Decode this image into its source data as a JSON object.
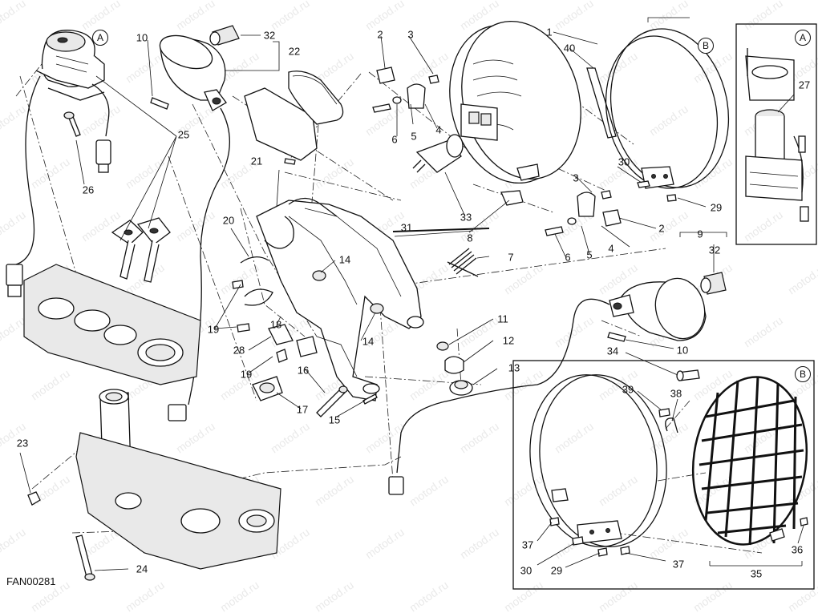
{
  "diagram_code": "FAN00281",
  "watermark_text": "motod.ru",
  "detail_tags": [
    "A",
    "B"
  ],
  "callouts": [
    {
      "id": "c1",
      "label": "1"
    },
    {
      "id": "c2a",
      "label": "2"
    },
    {
      "id": "c2b",
      "label": "2"
    },
    {
      "id": "c3a",
      "label": "3"
    },
    {
      "id": "c3b",
      "label": "3"
    },
    {
      "id": "c4a",
      "label": "4"
    },
    {
      "id": "c4b",
      "label": "4"
    },
    {
      "id": "c5a",
      "label": "5"
    },
    {
      "id": "c5b",
      "label": "5"
    },
    {
      "id": "c6a",
      "label": "6"
    },
    {
      "id": "c6b",
      "label": "6"
    },
    {
      "id": "c7",
      "label": "7"
    },
    {
      "id": "c8",
      "label": "8"
    },
    {
      "id": "c9",
      "label": "9"
    },
    {
      "id": "c10a",
      "label": "10"
    },
    {
      "id": "c10b",
      "label": "10"
    },
    {
      "id": "c11",
      "label": "11"
    },
    {
      "id": "c12",
      "label": "12"
    },
    {
      "id": "c13",
      "label": "13"
    },
    {
      "id": "c14a",
      "label": "14"
    },
    {
      "id": "c14b",
      "label": "14"
    },
    {
      "id": "c15",
      "label": "15"
    },
    {
      "id": "c16",
      "label": "16"
    },
    {
      "id": "c17",
      "label": "17"
    },
    {
      "id": "c18",
      "label": "18"
    },
    {
      "id": "c19a",
      "label": "19"
    },
    {
      "id": "c19b",
      "label": "19"
    },
    {
      "id": "c20",
      "label": "20"
    },
    {
      "id": "c21",
      "label": "21"
    },
    {
      "id": "c22",
      "label": "22"
    },
    {
      "id": "c23",
      "label": "23"
    },
    {
      "id": "c24",
      "label": "24"
    },
    {
      "id": "c25",
      "label": "25"
    },
    {
      "id": "c26",
      "label": "26"
    },
    {
      "id": "c27",
      "label": "27"
    },
    {
      "id": "c28",
      "label": "28"
    },
    {
      "id": "c29a",
      "label": "29"
    },
    {
      "id": "c29b",
      "label": "29"
    },
    {
      "id": "c30a",
      "label": "30"
    },
    {
      "id": "c30b",
      "label": "30"
    },
    {
      "id": "c31",
      "label": "31"
    },
    {
      "id": "c32a",
      "label": "32"
    },
    {
      "id": "c32b",
      "label": "32"
    },
    {
      "id": "c33",
      "label": "33"
    },
    {
      "id": "c34",
      "label": "34"
    },
    {
      "id": "c35",
      "label": "35"
    },
    {
      "id": "c36",
      "label": "36"
    },
    {
      "id": "c37a",
      "label": "37"
    },
    {
      "id": "c37b",
      "label": "37"
    },
    {
      "id": "c38",
      "label": "38"
    },
    {
      "id": "c39",
      "label": "39"
    },
    {
      "id": "c40",
      "label": "40"
    }
  ]
}
